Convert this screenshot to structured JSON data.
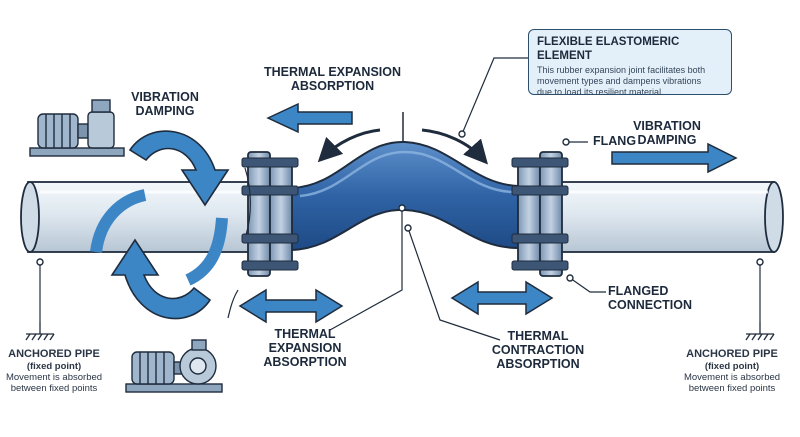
{
  "labels": {
    "vibration_left": [
      "VIBRATION",
      "DAMPING"
    ],
    "thermal_top": [
      "THERMAL EXPANSION",
      "ABSORPTION"
    ],
    "flang": "FLANG",
    "vibration_right": [
      "VIBRATION",
      "DAMPING"
    ],
    "flanged_connection": [
      "FLANGED",
      "CONNECTION"
    ],
    "thermal_expansion_bottom": [
      "THERMAL",
      "EXPANSION",
      "ABSORPTION"
    ],
    "thermal_contraction_bottom": [
      "THERMAL",
      "CONTRACTION",
      "ABSORPTION"
    ]
  },
  "callout": {
    "title": "FLEXIBLE ELASTOMERIC ELEMENT",
    "body": [
      "This rubber expansion joint facilitates both",
      "movement types and dampens vibrations",
      "due to load its resilient material."
    ]
  },
  "anchors": {
    "left": {
      "title": "ANCHORED PIPE",
      "subtitle": "(fixed point)",
      "note": [
        "Movement is absorbed",
        "between fixed points"
      ]
    },
    "right": {
      "title": "ANCHORED PIPE",
      "subtitle": "(fixed point)",
      "note": [
        "Movement is absorbed",
        "between fixed points"
      ]
    }
  },
  "colors": {
    "arrow_blue": "#3d86c6",
    "pipe_light": "#dfe8f0",
    "rubber_blue": "#2f63a5",
    "outline": "#1f2c3d",
    "callout_bg": "#e4f0f9"
  },
  "icons": [
    "pump-icon",
    "centrifugal-pump-icon",
    "ground-anchor-icon"
  ]
}
